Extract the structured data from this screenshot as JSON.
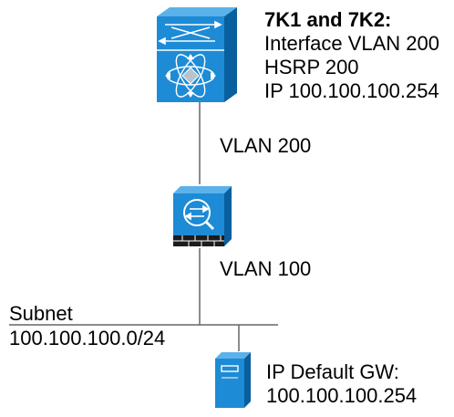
{
  "switch_info": {
    "title": "7K1 and 7K2:",
    "lines": [
      "Interface VLAN 200",
      "HSRP 200",
      "IP 100.100.100.254"
    ]
  },
  "links": {
    "upper_vlan": "VLAN 200",
    "lower_vlan": "VLAN 100"
  },
  "subnet": {
    "label": "Subnet",
    "value": "100.100.100.0/24"
  },
  "server_info": {
    "label": "IP Default GW:",
    "value": "100.100.100.254"
  },
  "colors": {
    "device_blue": "#1d8bd6",
    "device_dark": "#0a5f9e",
    "firewall_brick": "#1c1c1c",
    "line": "#666666"
  },
  "icons": [
    "nexus-switch-icon",
    "firewall-icon",
    "server-icon"
  ]
}
